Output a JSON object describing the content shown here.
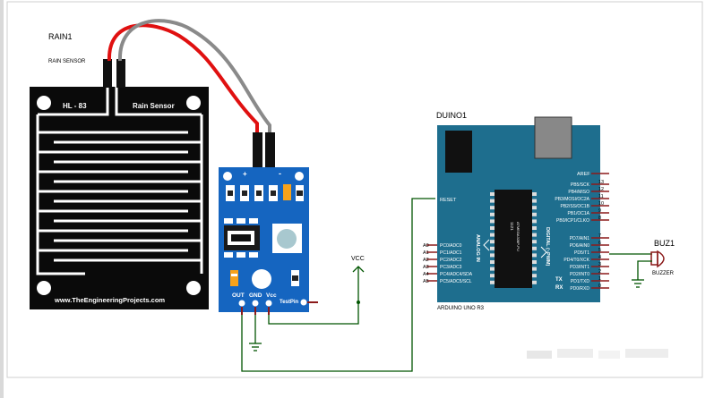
{
  "components": {
    "rain1": {
      "ref": "RAIN1",
      "name": "RAIN SENSOR",
      "model": "HL - 83",
      "plate_label": "Rain Sensor",
      "watermark": "www.TheEngineeringProjects.com"
    },
    "module": {
      "plus": "+",
      "minus": "-",
      "pins": [
        "OUT",
        "GND",
        "Vcc",
        "TestPin"
      ]
    },
    "power": {
      "label": "VCC"
    },
    "duino": {
      "ref": "DUINO1",
      "name": "ARDUINO UNO R3",
      "reset": "RESET",
      "aref": "AREF",
      "analog_title": "ANALOG IN",
      "digital_title": "DIGITAL (~PWM)",
      "chip": "ATMEGA328P-PU",
      "chip_top": "1121",
      "tx": "TX",
      "rx": "RX",
      "analog_pins": [
        {
          "num": "A0",
          "name": "PC0/ADC0"
        },
        {
          "num": "A1",
          "name": "PC1/ADC1"
        },
        {
          "num": "A2",
          "name": "PC2/ADC2"
        },
        {
          "num": "A3",
          "name": "PC3/ADC3"
        },
        {
          "num": "A4",
          "name": "PC4/ADC4/SDA"
        },
        {
          "num": "A5",
          "name": "PC5/ADC5/SCL"
        }
      ],
      "digital_pins": [
        {
          "num": "13",
          "name": "PB5/SCK"
        },
        {
          "num": "12",
          "name": "PB4/MISO"
        },
        {
          "num": "11",
          "name": "PB3/MOSI/OC2A"
        },
        {
          "num": "10",
          "name": "PB2/SS/OC1B"
        },
        {
          "num": "9",
          "name": "PB1/OC1A"
        },
        {
          "num": "8",
          "name": "PB0/ICP1/CLKO"
        },
        {
          "num": "7",
          "name": "PD7/AIN1"
        },
        {
          "num": "6",
          "name": "PD6/AIN0"
        },
        {
          "num": "5",
          "name": "PD5/T1"
        },
        {
          "num": "4",
          "name": "PD4/T0/XCK"
        },
        {
          "num": "3",
          "name": "PD3/INT1"
        },
        {
          "num": "2",
          "name": "PD2/INT0"
        },
        {
          "num": "1",
          "name": "PD1/TXD"
        },
        {
          "num": "0",
          "name": "PD0/RXD"
        }
      ]
    },
    "buzzer": {
      "ref": "BUZ1",
      "name": "BUZZER"
    }
  },
  "colors": {
    "wire": "#005500",
    "board": "#1e6e8e",
    "module": "#1565c0",
    "red_wire": "#e01010",
    "gray_wire": "#8a8a8a",
    "pin": "#8b1a1a"
  }
}
